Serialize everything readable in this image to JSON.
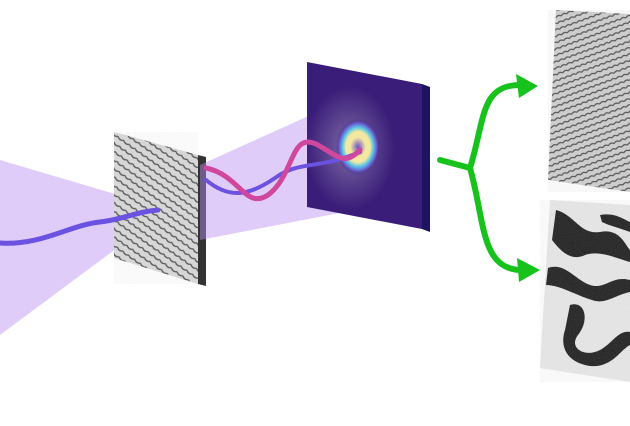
{
  "diagram": {
    "nodes": [
      {
        "id": "incident-beam",
        "kind": "light-beam"
      },
      {
        "id": "sample-panel",
        "kind": "labyrinth-pattern-sample"
      },
      {
        "id": "scattered-beam",
        "kind": "light-cone"
      },
      {
        "id": "detector-panel",
        "kind": "diffraction-ring-detector"
      },
      {
        "id": "output-speckle",
        "kind": "fine-stripe-reconstruction"
      },
      {
        "id": "output-domains",
        "kind": "domain-reconstruction"
      }
    ],
    "edges": [
      {
        "from": "incident-beam",
        "to": "sample-panel"
      },
      {
        "from": "sample-panel",
        "to": "detector-panel"
      },
      {
        "from": "detector-panel",
        "to": "output-speckle"
      },
      {
        "from": "detector-panel",
        "to": "output-domains"
      }
    ],
    "colors": {
      "beam": "#b88df0",
      "wave-blue": "#6b52e0",
      "wave-magenta": "#d0479e",
      "detector": "#3a1d78",
      "ring-yellow": "#f4e7a0",
      "ring-cyan": "#58c7e6",
      "arrow": "#17c21d",
      "domain-dark": "#202020",
      "domain-light": "#e8e8e8"
    }
  }
}
